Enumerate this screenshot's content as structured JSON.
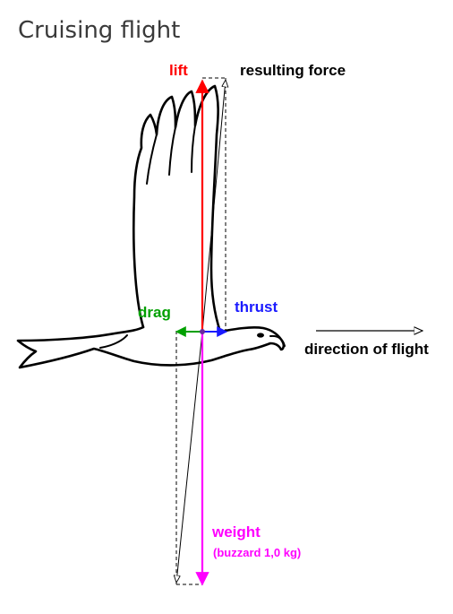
{
  "title": "Cruising flight",
  "labels": {
    "lift": "lift",
    "resulting_force": "resulting force",
    "drag": "drag",
    "thrust": "thrust",
    "direction": "direction of flight",
    "weight": "weight",
    "weight_note": "(buzzard 1,0 kg)"
  },
  "colors": {
    "title": "#3a3a3a",
    "lift": "#ff0000",
    "resulting_force": "#000000",
    "drag": "#00a000",
    "thrust": "#1a1aff",
    "weight": "#ff00ff",
    "outline": "#000000"
  },
  "icons": {
    "bird": "buzzard-outline-icon",
    "direction": "arrow-right-icon"
  }
}
